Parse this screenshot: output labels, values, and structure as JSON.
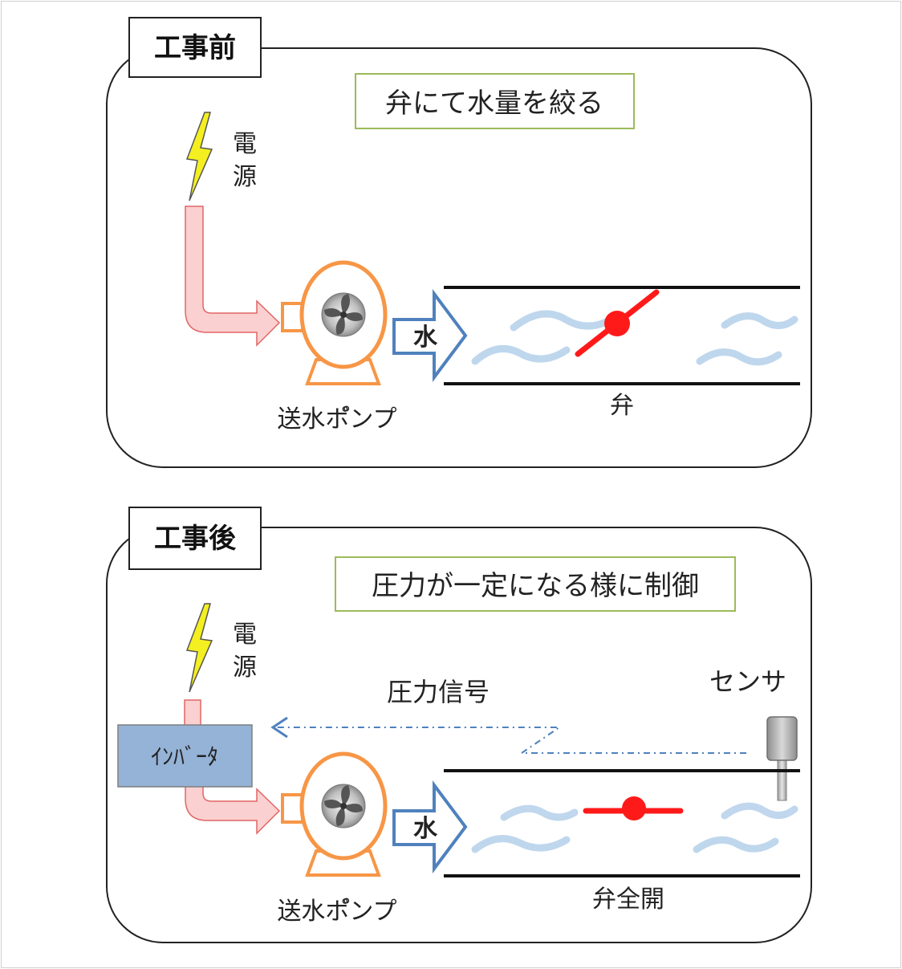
{
  "colors": {
    "panel_border": "#222222",
    "note_border": "#9bbb59",
    "power_line": "#f4a6a6",
    "lightning": "#f4ef20",
    "pump_orange": "#f79646",
    "water_arrow": "#4f81bd",
    "water_wave": "#b9d3ec",
    "valve_red": "#ff1a1a",
    "inverter_fill": "#95b3d7",
    "signal_blue": "#4f81bd",
    "sensor_gray": "#a6a6a6"
  },
  "icons": [
    "lightning-bolt-icon",
    "fan-icon",
    "water-arrow-icon",
    "valve-icon",
    "sensor-icon"
  ],
  "before": {
    "title": "工事前",
    "note": "弁にて水量を絞る",
    "power_char1": "電",
    "power_char2": "源",
    "water_label": "水",
    "pump_label": "送水ポ゚ンプ",
    "valve_label": "弁",
    "valve_state": "throttled"
  },
  "after": {
    "title": "工事後",
    "note": "圧力が一定になる様に制御",
    "power_char1": "電",
    "power_char2": "源",
    "inverter_label": "ｲﾝﾊﾞｰﾀ",
    "signal_label": "圧力信号",
    "sensor_label": "センサ",
    "water_label": "水",
    "pump_label": "送水ポ゚ンプ",
    "valve_label": "弁全開",
    "valve_state": "fully-open"
  }
}
